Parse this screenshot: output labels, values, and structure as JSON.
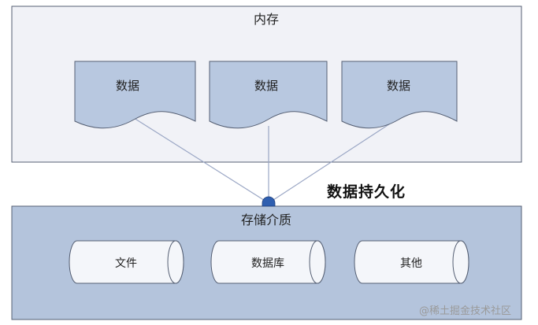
{
  "memory": {
    "title": "内存",
    "data_blocks": [
      "数据",
      "数据",
      "数据"
    ]
  },
  "persistence_label": "数据持久化",
  "storage": {
    "title": "存储介质",
    "items": [
      "文件",
      "数据库",
      "其他"
    ]
  },
  "watermark": "@稀土掘金技术社区",
  "colors": {
    "memory_fill": "#f1f2f7",
    "storage_fill": "#b4c4dc",
    "doc_fill": "#b8c8e0",
    "cylinder_fill": "#f4f6fa",
    "connector_fill": "#2f5fb0",
    "line": "#9aa6c4",
    "border": "#555f73"
  }
}
